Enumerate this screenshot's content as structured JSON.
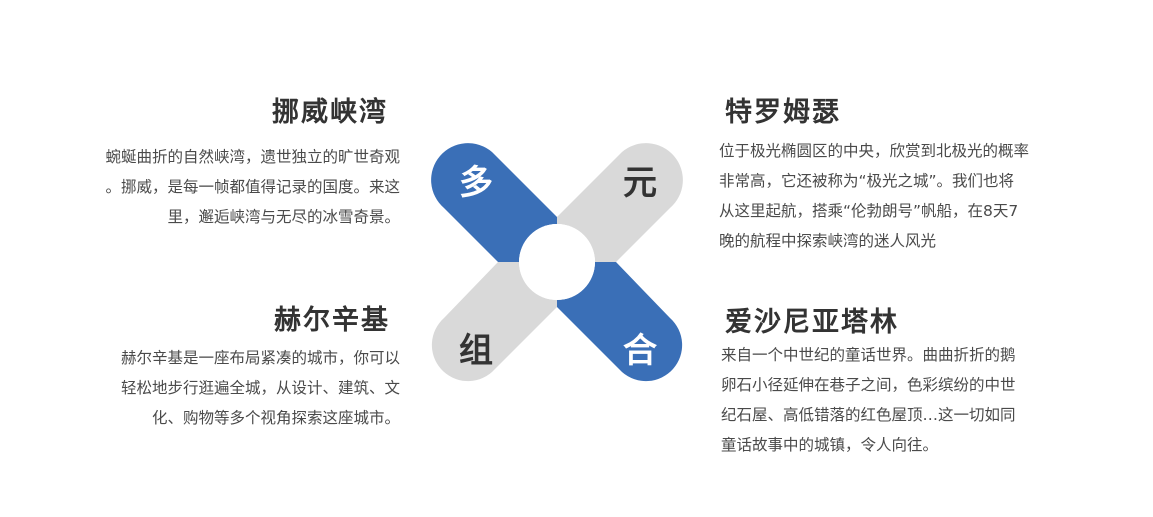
{
  "center": {
    "labels": [
      "多",
      "元",
      "组",
      "合"
    ]
  },
  "colors": {
    "blue": "#3a6fb7",
    "gray": "#d9d9d9",
    "center_label_dark": "#333333",
    "center_label_light": "#ffffff"
  },
  "sections": {
    "top_left": {
      "title": "挪威峡湾",
      "lines": [
        "蜿蜒曲折的自然峡湾，遗世独立的旷世奇观",
        "。挪威，是每一帧都值得记录的国度。来这",
        "里，邂逅峡湾与无尽的冰雪奇景。"
      ]
    },
    "top_right": {
      "title": "特罗姆瑟",
      "lines": [
        "位于极光椭圆区的中央，欣赏到北极光的概率",
        "非常高，它还被称为“极光之城”。我们也将",
        "从这里起航，搭乘“伦勃朗号”帆船，在8天7",
        "晚的航程中探索峡湾的迷人风光"
      ]
    },
    "bottom_left": {
      "title": "赫尔辛基",
      "lines": [
        "赫尔辛基是一座布局紧凑的城市，你可以",
        "轻松地步行逛遍全城，从设计、建筑、文",
        "化、购物等多个视角探索这座城市。"
      ]
    },
    "bottom_right": {
      "title": "爱沙尼亚塔林",
      "lines": [
        "来自一个中世纪的童话世界。曲曲折折的鹅",
        "卵石小径延伸在巷子之间，色彩缤纷的中世",
        "纪石屋、高低错落的红色屋顶…这一切如同",
        "童话故事中的城镇，令人向往。"
      ]
    }
  }
}
